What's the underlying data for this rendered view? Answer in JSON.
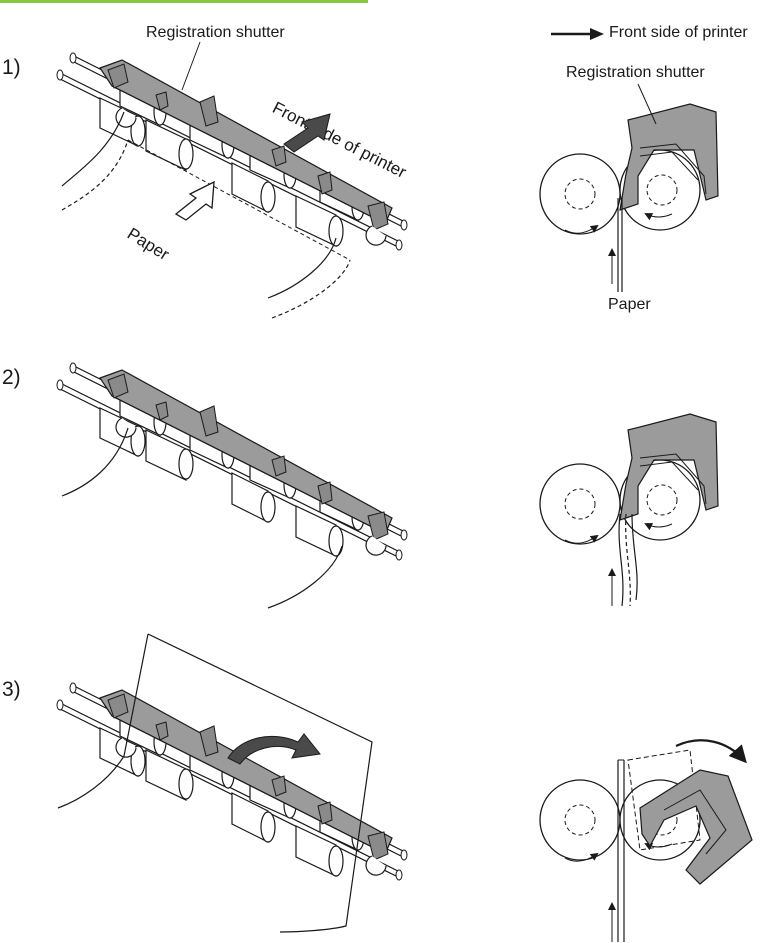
{
  "header": {
    "accent_color": "#8cc63f"
  },
  "steps": [
    {
      "number": "1)"
    },
    {
      "number": "2)"
    },
    {
      "number": "3)"
    }
  ],
  "labels": {
    "registration_shutter": "Registration shutter",
    "front_side": "Front side of printer",
    "paper": "Paper"
  },
  "legend": {
    "arrow_text": "Front side of printer"
  },
  "colors": {
    "shutter_fill": "#9b9b9b",
    "line": "#1a1a1a",
    "roller_fill": "#ffffff"
  }
}
